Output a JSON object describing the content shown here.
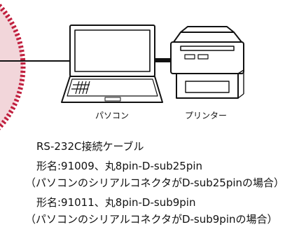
{
  "colors": {
    "accent": "#c01f3e",
    "fill": "#f2d6da",
    "ink": "#111111"
  },
  "labels": {
    "pc": "パソコン",
    "printer": "プリンター"
  },
  "cable": {
    "title": "RS-232C接続ケーブル",
    "line1": "形名:91009、丸8pin-D-sub25pin",
    "line2": "（パソコンのシリアルコネクタがD-sub25pinの場合）",
    "line3": "形名:91011、丸8pin-D-sub9pin",
    "line4": "（パソコンのシリアルコネクタがD-sub9pinの場合）"
  }
}
